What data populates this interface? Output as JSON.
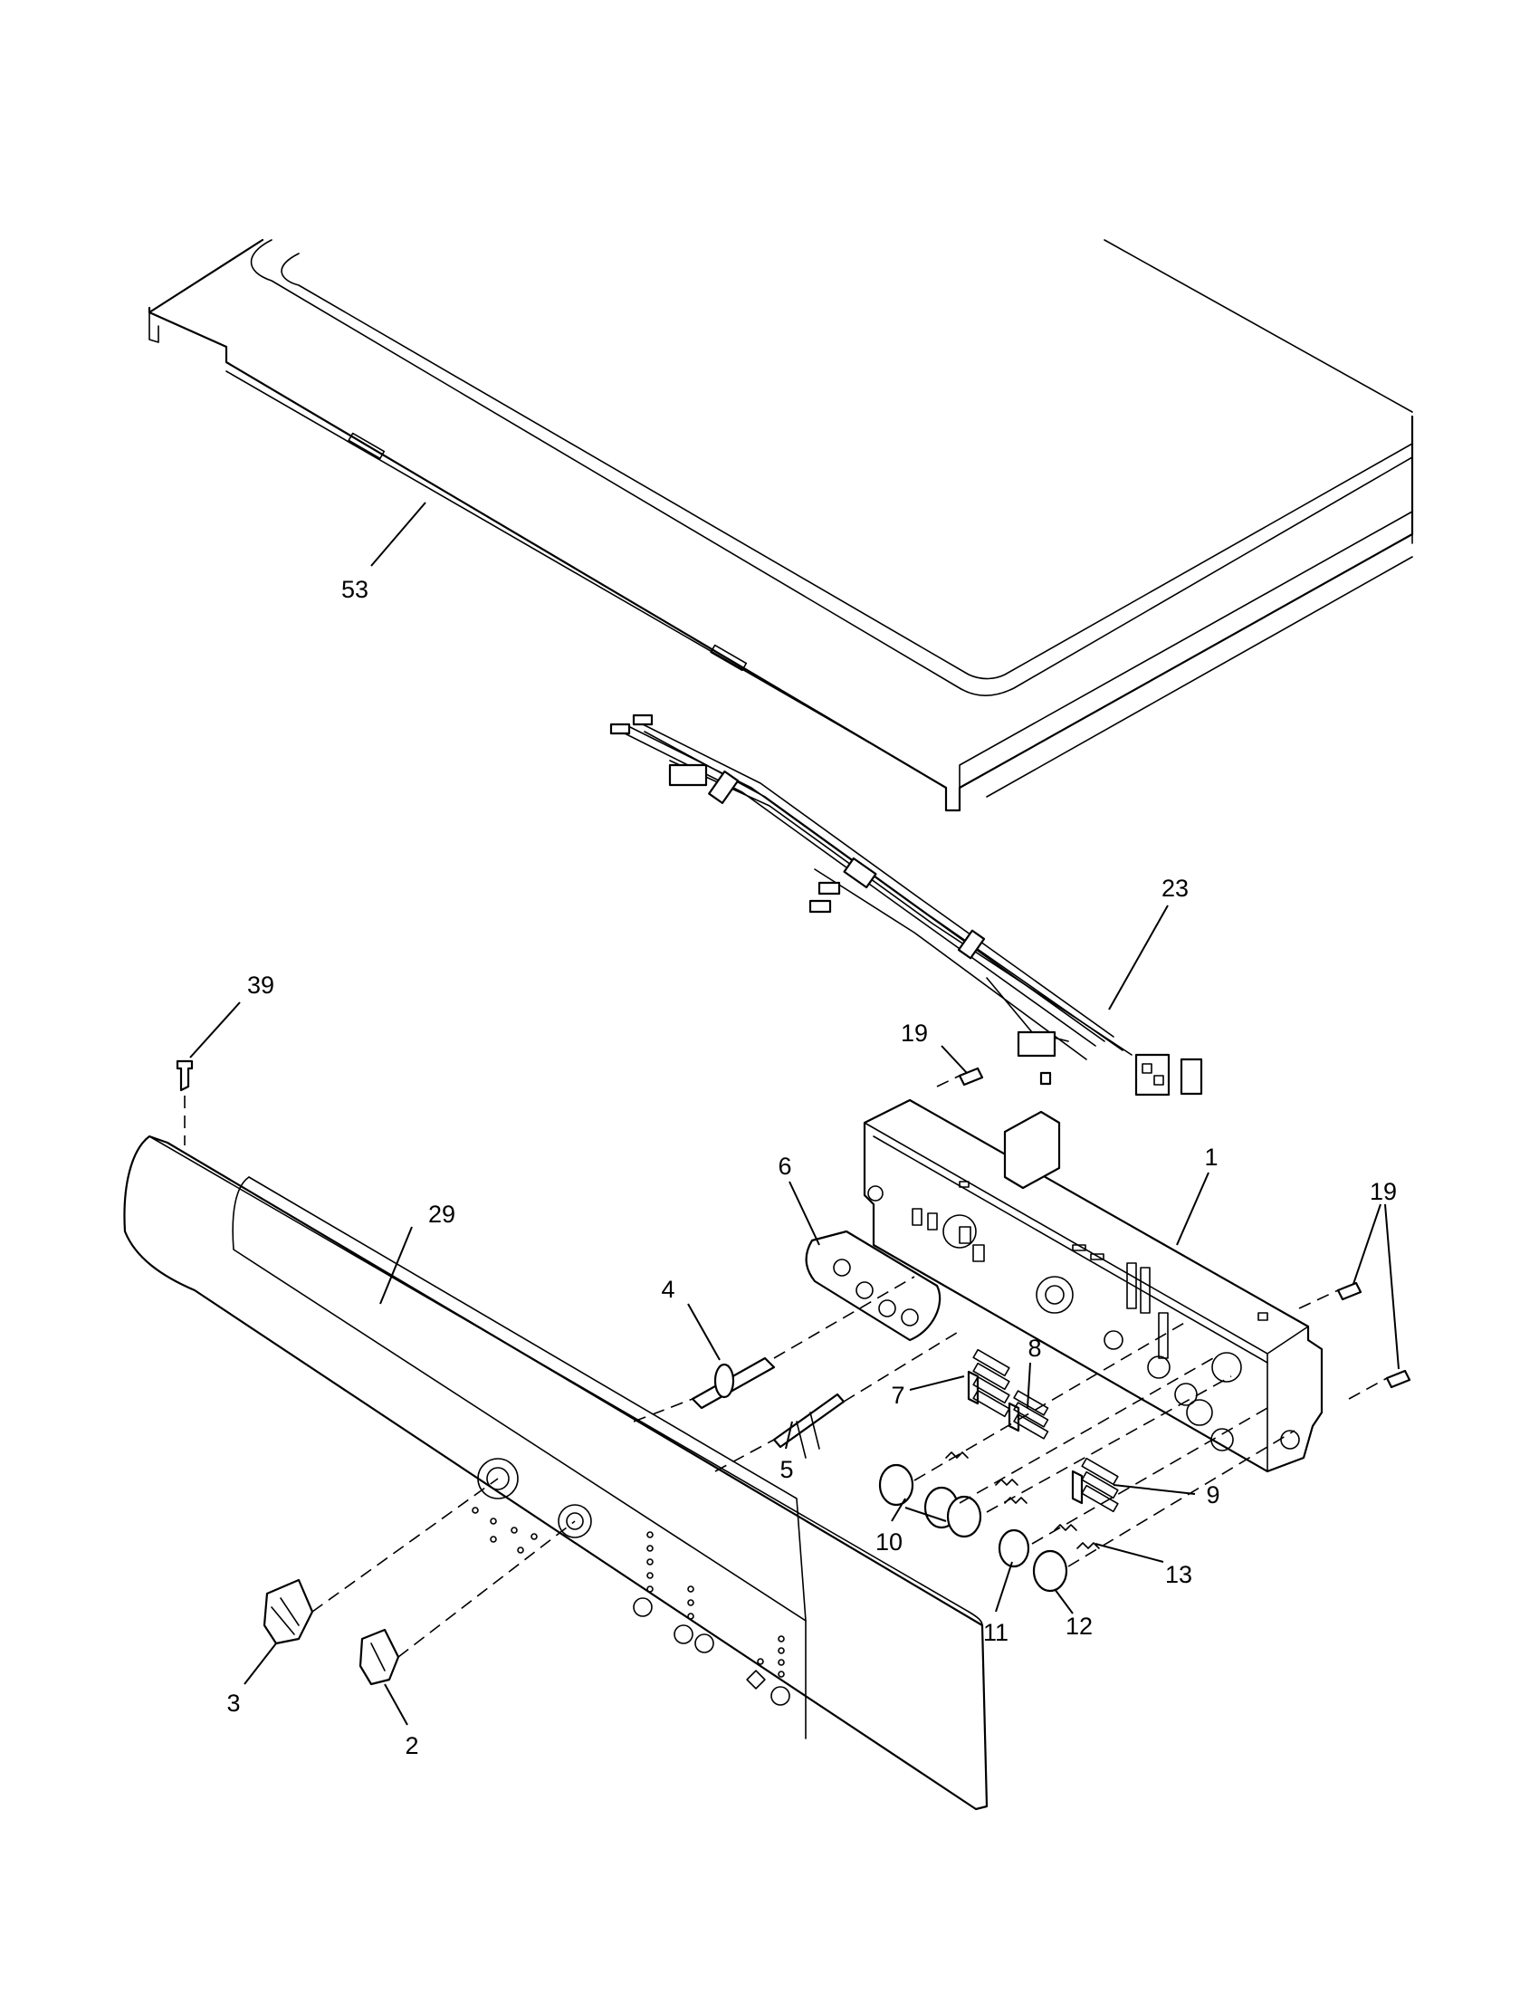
{
  "diagram": {
    "callouts": [
      {
        "id": "53",
        "label": "53"
      },
      {
        "id": "23",
        "label": "23"
      },
      {
        "id": "39",
        "label": "39"
      },
      {
        "id": "19a",
        "label": "19"
      },
      {
        "id": "19b",
        "label": "19"
      },
      {
        "id": "1",
        "label": "1"
      },
      {
        "id": "6",
        "label": "6"
      },
      {
        "id": "29",
        "label": "29"
      },
      {
        "id": "4",
        "label": "4"
      },
      {
        "id": "7",
        "label": "7"
      },
      {
        "id": "8",
        "label": "8"
      },
      {
        "id": "5",
        "label": "5"
      },
      {
        "id": "9",
        "label": "9"
      },
      {
        "id": "10",
        "label": "10"
      },
      {
        "id": "13",
        "label": "13"
      },
      {
        "id": "11",
        "label": "11"
      },
      {
        "id": "12",
        "label": "12"
      },
      {
        "id": "3",
        "label": "3"
      },
      {
        "id": "2",
        "label": "2"
      }
    ]
  }
}
